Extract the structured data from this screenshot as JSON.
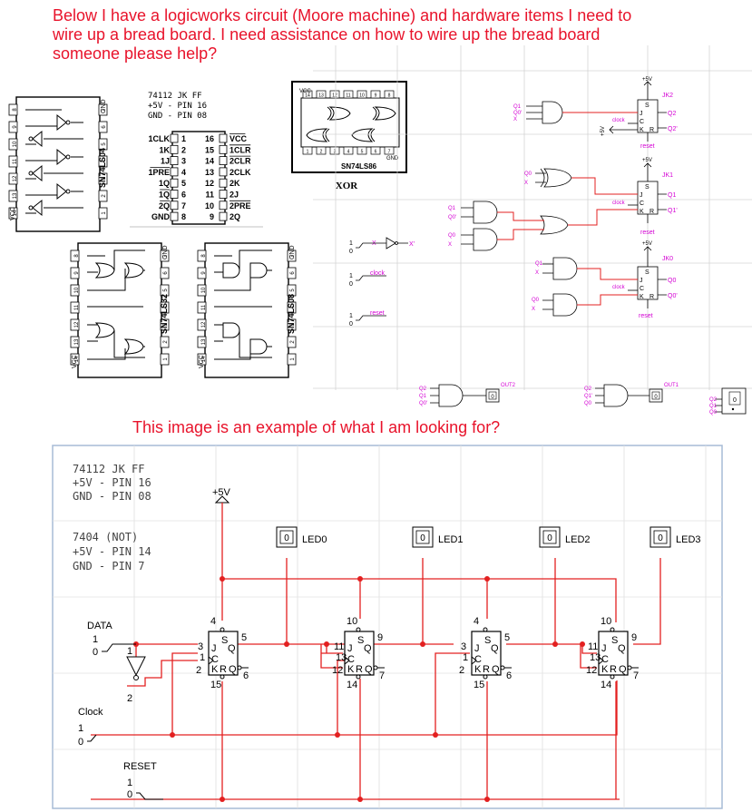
{
  "question": {
    "line1": "Below I have a logicworks circuit (Moore machine) and hardware items I need to",
    "line2": "wire up a bread board. I need assistance on how to wire up the bread board",
    "line3": "someone please help?",
    "example_caption": "This image is an example of what I am looking for?"
  },
  "chips": {
    "ls04": {
      "name": "SN74LS04",
      "vcc": "VCC",
      "gnd": "GND",
      "left_pins": [
        "8",
        "9",
        "10",
        "11",
        "12",
        "13",
        "14"
      ],
      "right_pins": [
        "7",
        "6",
        "5",
        "4",
        "3",
        "2",
        "1"
      ]
    },
    "ls32": {
      "name": "SN74LS32",
      "vcc": "VCC",
      "gnd": "GND",
      "left_pins": [
        "8",
        "9",
        "10",
        "11",
        "12",
        "13",
        "14"
      ],
      "right_pins": [
        "7",
        "6",
        "5",
        "4",
        "3",
        "2",
        "1"
      ]
    },
    "ls08": {
      "name": "SN74LS08",
      "vcc": "VCC",
      "gnd": "GND",
      "left_pins": [
        "8",
        "9",
        "10",
        "11",
        "12",
        "13",
        "14"
      ],
      "right_pins": [
        "7",
        "6",
        "5",
        "4",
        "3",
        "2",
        "1"
      ]
    },
    "ls86": {
      "name": "SN74LS86",
      "caption": "XOR",
      "vcc": "VCC",
      "gnd": "GND",
      "top_pins": [
        "14",
        "13",
        "12",
        "11",
        "10",
        "9",
        "8"
      ],
      "bottom_pins": [
        "1",
        "2",
        "3",
        "4",
        "5",
        "6",
        "7"
      ]
    },
    "jk112": {
      "title": "74112 JK FF",
      "vcc_note": "+5V - PIN 16",
      "gnd_note": "GND - PIN 08",
      "left": [
        {
          "label": "1CLK",
          "pin": "1"
        },
        {
          "label": "1K",
          "pin": "2"
        },
        {
          "label": "1J",
          "pin": "3"
        },
        {
          "label": "1PRE",
          "pin": "4"
        },
        {
          "label": "1Q",
          "pin": "5"
        },
        {
          "label": "1Q",
          "pin": "6"
        },
        {
          "label": "2Q",
          "pin": "7"
        },
        {
          "label": "GND",
          "pin": "8"
        }
      ],
      "right": [
        {
          "label": "VCC",
          "pin": "16"
        },
        {
          "label": "1CLR",
          "pin": "15"
        },
        {
          "label": "2CLR",
          "pin": "14"
        },
        {
          "label": "2CLK",
          "pin": "13"
        },
        {
          "label": "2K",
          "pin": "12"
        },
        {
          "label": "2J",
          "pin": "11"
        },
        {
          "label": "2PRE",
          "pin": "10"
        },
        {
          "label": "2Q",
          "pin": "9"
        }
      ]
    }
  },
  "logic_circuit": {
    "ff_labels": [
      "JK2",
      "JK1",
      "JK0"
    ],
    "vcc": "+5V",
    "clock": "clock",
    "reset": "reset",
    "q_outputs": [
      [
        "Q2",
        "Q2'"
      ],
      [
        "Q1",
        "Q1'"
      ],
      [
        "Q0",
        "Q0'"
      ]
    ],
    "gate_inputs": {
      "jk2_and": [
        "Q1",
        "Q0'",
        "X"
      ],
      "jk1_xor": [
        "Q0",
        "X"
      ],
      "jk1_and_a": [
        "Q1",
        "Q0'"
      ],
      "jk1_and_b": [
        "Q0",
        "X"
      ],
      "jk0_and_a": [
        "Q1",
        "X"
      ],
      "jk0_and_b": [
        "Q0",
        "X"
      ]
    },
    "not_gate": {
      "in": "X",
      "out": "X'"
    },
    "binary": [
      "1",
      "0"
    ],
    "outputs": [
      {
        "label": "OUT2",
        "inputs": [
          "Q2",
          "Q1",
          "Q0'"
        ],
        "value": "0"
      },
      {
        "label": "OUT1",
        "inputs": [
          "Q2",
          "Q1'",
          "Q0"
        ],
        "value": "0"
      }
    ],
    "display": {
      "inputs": [
        "Q2",
        "Q1",
        "Q0"
      ],
      "value": "0"
    }
  },
  "example": {
    "notes": [
      "74112 JK FF",
      "+5V - PIN 16",
      "GND - PIN 08",
      "7404 (NOT)",
      "+5V - PIN 14",
      "GND - PIN  7"
    ],
    "vcc": "+5V",
    "data": "DATA",
    "clock": "Clock",
    "reset": "RESET",
    "binary": [
      "1",
      "0"
    ],
    "leds": [
      {
        "label": "LED0",
        "value": "0"
      },
      {
        "label": "LED1",
        "value": "0"
      },
      {
        "label": "LED2",
        "value": "0"
      },
      {
        "label": "LED3",
        "value": "0"
      }
    ],
    "ff_pins": [
      {
        "s": "4",
        "j": "3",
        "c": "1",
        "k": "2",
        "q": "5",
        "qn": "6",
        "r": "15"
      },
      {
        "s": "10",
        "j": "11",
        "c": "13",
        "k": "12",
        "q": "9",
        "qn": "7",
        "r": "14"
      },
      {
        "s": "4",
        "j": "3",
        "c": "1",
        "k": "2",
        "q": "5",
        "qn": "6",
        "r": "15"
      },
      {
        "s": "10",
        "j": "11",
        "c": "13",
        "k": "12",
        "q": "9",
        "qn": "7",
        "r": "14"
      }
    ],
    "not_pins": [
      "1",
      "2"
    ]
  },
  "colors": {
    "title": "#e8132b",
    "wire": "#e32020",
    "label": "#d400d4",
    "grid": "#d4d4d4"
  }
}
